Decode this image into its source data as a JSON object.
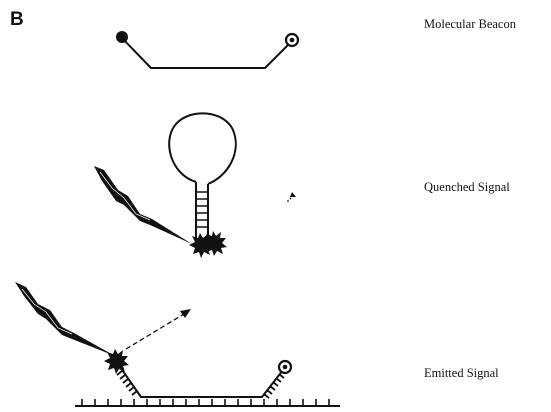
{
  "panel": {
    "letter": "B"
  },
  "stages": {
    "beacon_label": "Molecular Beacon",
    "quenched_label": "Quenched Signal",
    "emitted_label": "Emitted Signal"
  },
  "colors": {
    "ink": "#111111",
    "background": "#ffffff"
  },
  "icons": {
    "fluorophore": "filled-circle",
    "quencher": "ring-dot",
    "excitation_light": "lightning-bolt",
    "emission_signal": "dotted-arrow",
    "target_strand": "comb-strand"
  }
}
